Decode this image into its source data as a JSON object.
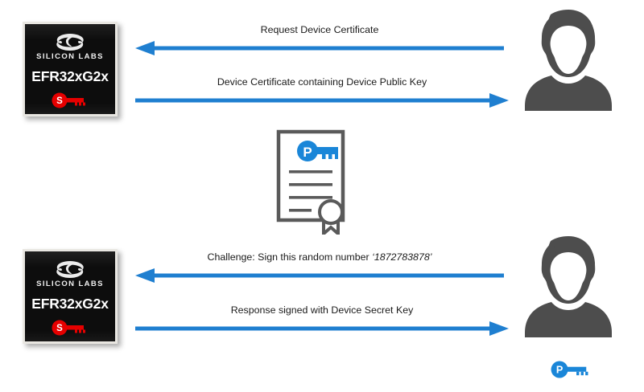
{
  "diagram": {
    "title": "Device certificate challenge-response authentication flow",
    "background_color": "#ffffff",
    "arrow_color": "#1f7fd0",
    "chip_body_color": "#0d0d0d",
    "person_color": "#4d4d4d",
    "certificate_line_color": "#5a5a5a",
    "secret_key_color": "#e60000",
    "public_key_color": "#1a86d8"
  },
  "chips": [
    {
      "id": "chip-top",
      "logo_mark": "silicon-labs-swoosh-icon",
      "logo_text": "SILICON LABS",
      "part_number": "EFR32xG2x",
      "key_icon": "secret-key-icon",
      "key_letter": "S"
    },
    {
      "id": "chip-bottom",
      "logo_mark": "silicon-labs-swoosh-icon",
      "logo_text": "SILICON LABS",
      "part_number": "EFR32xG2x",
      "key_icon": "secret-key-icon",
      "key_letter": "S"
    }
  ],
  "people": [
    {
      "id": "person-top",
      "icon": "person-avatar-icon"
    },
    {
      "id": "person-bottom",
      "icon": "person-avatar-icon"
    }
  ],
  "messages": [
    {
      "id": "msg-request-device-certificate",
      "label": "Request Device Certificate",
      "direction": "left",
      "from": "person-top",
      "to": "chip-top"
    },
    {
      "id": "msg-device-certificate",
      "label": "Device Certificate containing Device Public Key",
      "direction": "right",
      "from": "chip-top",
      "to": "person-top"
    },
    {
      "id": "msg-challenge",
      "label_prefix": "Challenge: Sign this random number ",
      "label_value": "‘1872783878’",
      "label": "Challenge: Sign this random number ‘1872783878’",
      "direction": "left",
      "from": "person-bottom",
      "to": "chip-bottom"
    },
    {
      "id": "msg-response",
      "label": "Response signed with Device Secret Key",
      "direction": "right",
      "from": "chip-bottom",
      "to": "person-bottom"
    }
  ],
  "certificate": {
    "id": "device-certificate",
    "icon": "certificate-document-icon",
    "key_icon": "public-key-icon",
    "key_letter": "P",
    "text_lines": 4,
    "seal_icon": "seal-ribbon-icon"
  },
  "public_key_badge": {
    "id": "device-public-key",
    "icon": "public-key-icon",
    "key_letter": "P"
  }
}
